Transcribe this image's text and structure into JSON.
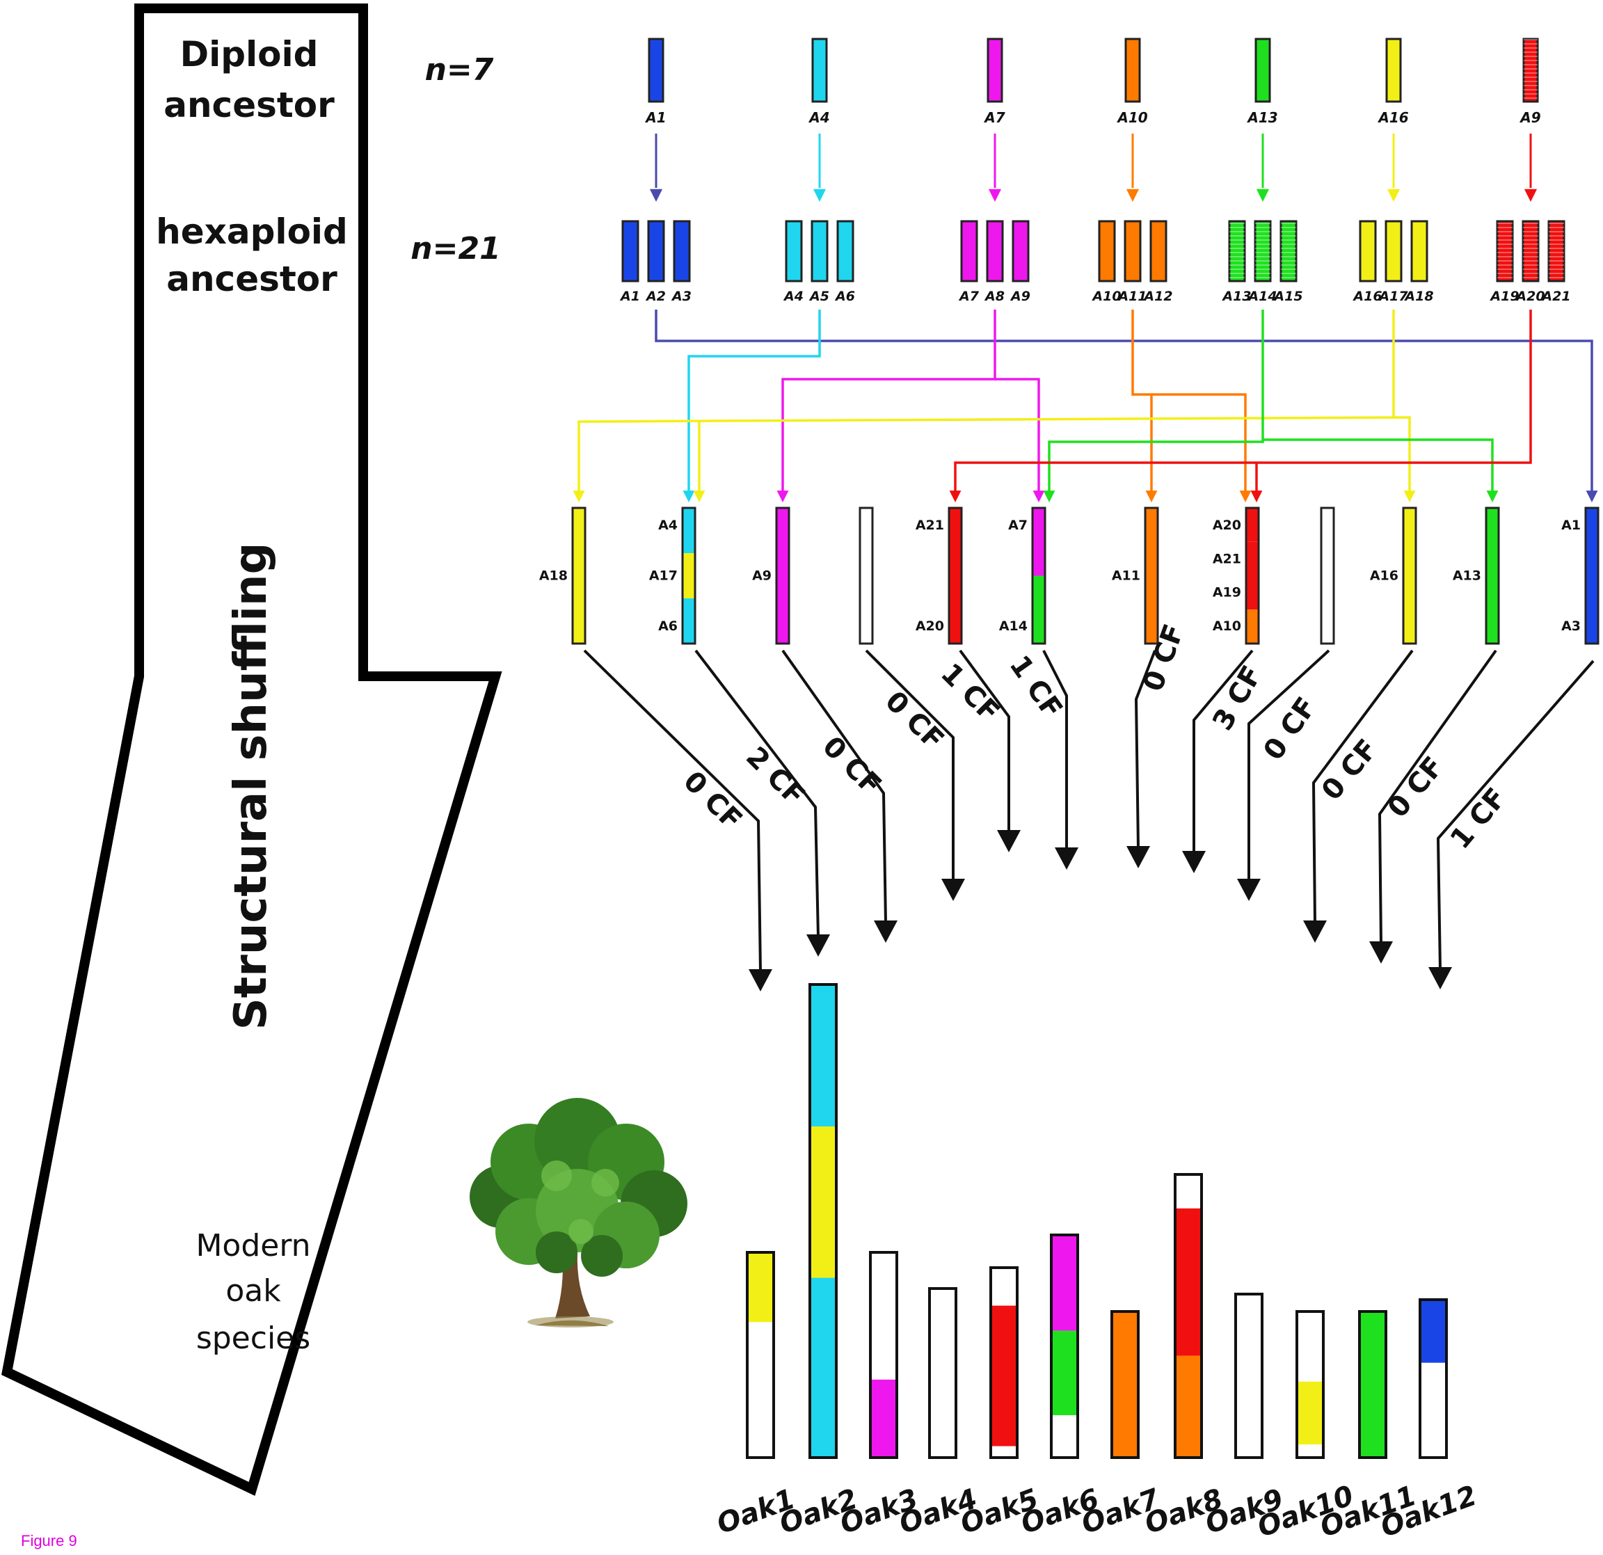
{
  "figure_label": "Figure 9",
  "stages": {
    "diploid": [
      "Diploid",
      "ancestor"
    ],
    "diploid_n": "n=7",
    "hexaploid": [
      "hexaploid",
      "ancestor"
    ],
    "hexaploid_n": "n=21",
    "shuffling": "Structural shuffling",
    "modern": [
      "Modern",
      "oak",
      "species"
    ]
  },
  "colors": {
    "blue": "#1a45e6",
    "cyan": "#1fd6ee",
    "magenta": "#ee18ee",
    "orange": "#ff7a00",
    "green": "#1fe01f",
    "yellow": "#f2ef16",
    "red": "#f01010",
    "white": "#ffffff",
    "arrow_blue": "#4a4ab0"
  },
  "diploid_chromosomes": [
    {
      "label": "A1",
      "color": "blue"
    },
    {
      "label": "A4",
      "color": "cyan"
    },
    {
      "label": "A7",
      "color": "magenta"
    },
    {
      "label": "A10",
      "color": "orange"
    },
    {
      "label": "A13",
      "color": "green"
    },
    {
      "label": "A16",
      "color": "yellow"
    },
    {
      "label": "A9",
      "color": "red"
    }
  ],
  "hexaploid_groups": [
    {
      "labels": [
        "A1",
        "A2",
        "A3"
      ],
      "color": "blue"
    },
    {
      "labels": [
        "A4",
        "A5",
        "A6"
      ],
      "color": "cyan"
    },
    {
      "labels": [
        "A7",
        "A8",
        "A9"
      ],
      "color": "magenta"
    },
    {
      "labels": [
        "A10",
        "A11",
        "A12"
      ],
      "color": "orange"
    },
    {
      "labels": [
        "A13",
        "A14",
        "A15"
      ],
      "color": "green"
    },
    {
      "labels": [
        "A16",
        "A17",
        "A18"
      ],
      "color": "yellow"
    },
    {
      "labels": [
        "A19",
        "A20",
        "A21"
      ],
      "color": "red"
    }
  ],
  "intermediate_chromosomes": [
    {
      "labels": [
        "A18"
      ],
      "segments": [
        "yellow"
      ],
      "cf": "0 CF"
    },
    {
      "labels": [
        "A4",
        "A17",
        "A6"
      ],
      "segments": [
        "cyan",
        "yellow",
        "cyan"
      ],
      "cf": "2 CF"
    },
    {
      "labels": [
        "A9"
      ],
      "segments": [
        "magenta"
      ],
      "cf": "0 CF"
    },
    {
      "labels": [],
      "segments": [
        "white"
      ],
      "cf": "0 CF"
    },
    {
      "labels": [
        "A21",
        "A20"
      ],
      "segments": [
        "red",
        "red"
      ],
      "cf": "1 CF"
    },
    {
      "labels": [
        "A7",
        "A14"
      ],
      "segments": [
        "magenta",
        "green"
      ],
      "cf": "1 CF"
    },
    {
      "labels": [
        "A11"
      ],
      "segments": [
        "orange"
      ],
      "cf": "0 CF"
    },
    {
      "labels": [
        "A20",
        "A21",
        "A19",
        "A10"
      ],
      "segments": [
        "red",
        "red",
        "red",
        "orange"
      ],
      "cf": "3 CF"
    },
    {
      "labels": [],
      "segments": [
        "white"
      ],
      "cf": "0 CF"
    },
    {
      "labels": [
        "A16"
      ],
      "segments": [
        "yellow"
      ],
      "cf": "0 CF"
    },
    {
      "labels": [
        "A13"
      ],
      "segments": [
        "green"
      ],
      "cf": "0 CF"
    },
    {
      "labels": [
        "A1",
        "A3"
      ],
      "segments": [
        "blue",
        "blue"
      ],
      "cf": "1 CF"
    }
  ],
  "modern_oak_chromosomes": [
    {
      "label": "Oak1",
      "segments": [
        "yellow",
        "white"
      ]
    },
    {
      "label": "Oak2",
      "segments": [
        "cyan",
        "yellow",
        "cyan"
      ]
    },
    {
      "label": "Oak3",
      "segments": [
        "white",
        "magenta"
      ]
    },
    {
      "label": "Oak4",
      "segments": [
        "white"
      ]
    },
    {
      "label": "Oak5",
      "segments": [
        "white",
        "red",
        "white"
      ]
    },
    {
      "label": "Oak6",
      "segments": [
        "magenta",
        "green",
        "white"
      ]
    },
    {
      "label": "Oak7",
      "segments": [
        "orange"
      ]
    },
    {
      "label": "Oak8",
      "segments": [
        "white",
        "red",
        "orange"
      ]
    },
    {
      "label": "Oak9",
      "segments": [
        "white"
      ]
    },
    {
      "label": "Oak10",
      "segments": [
        "white",
        "yellow",
        "white"
      ]
    },
    {
      "label": "Oak11",
      "segments": [
        "green"
      ]
    },
    {
      "label": "Oak12",
      "segments": [
        "blue",
        "white"
      ]
    }
  ],
  "tree_icon": "oak-tree-icon"
}
